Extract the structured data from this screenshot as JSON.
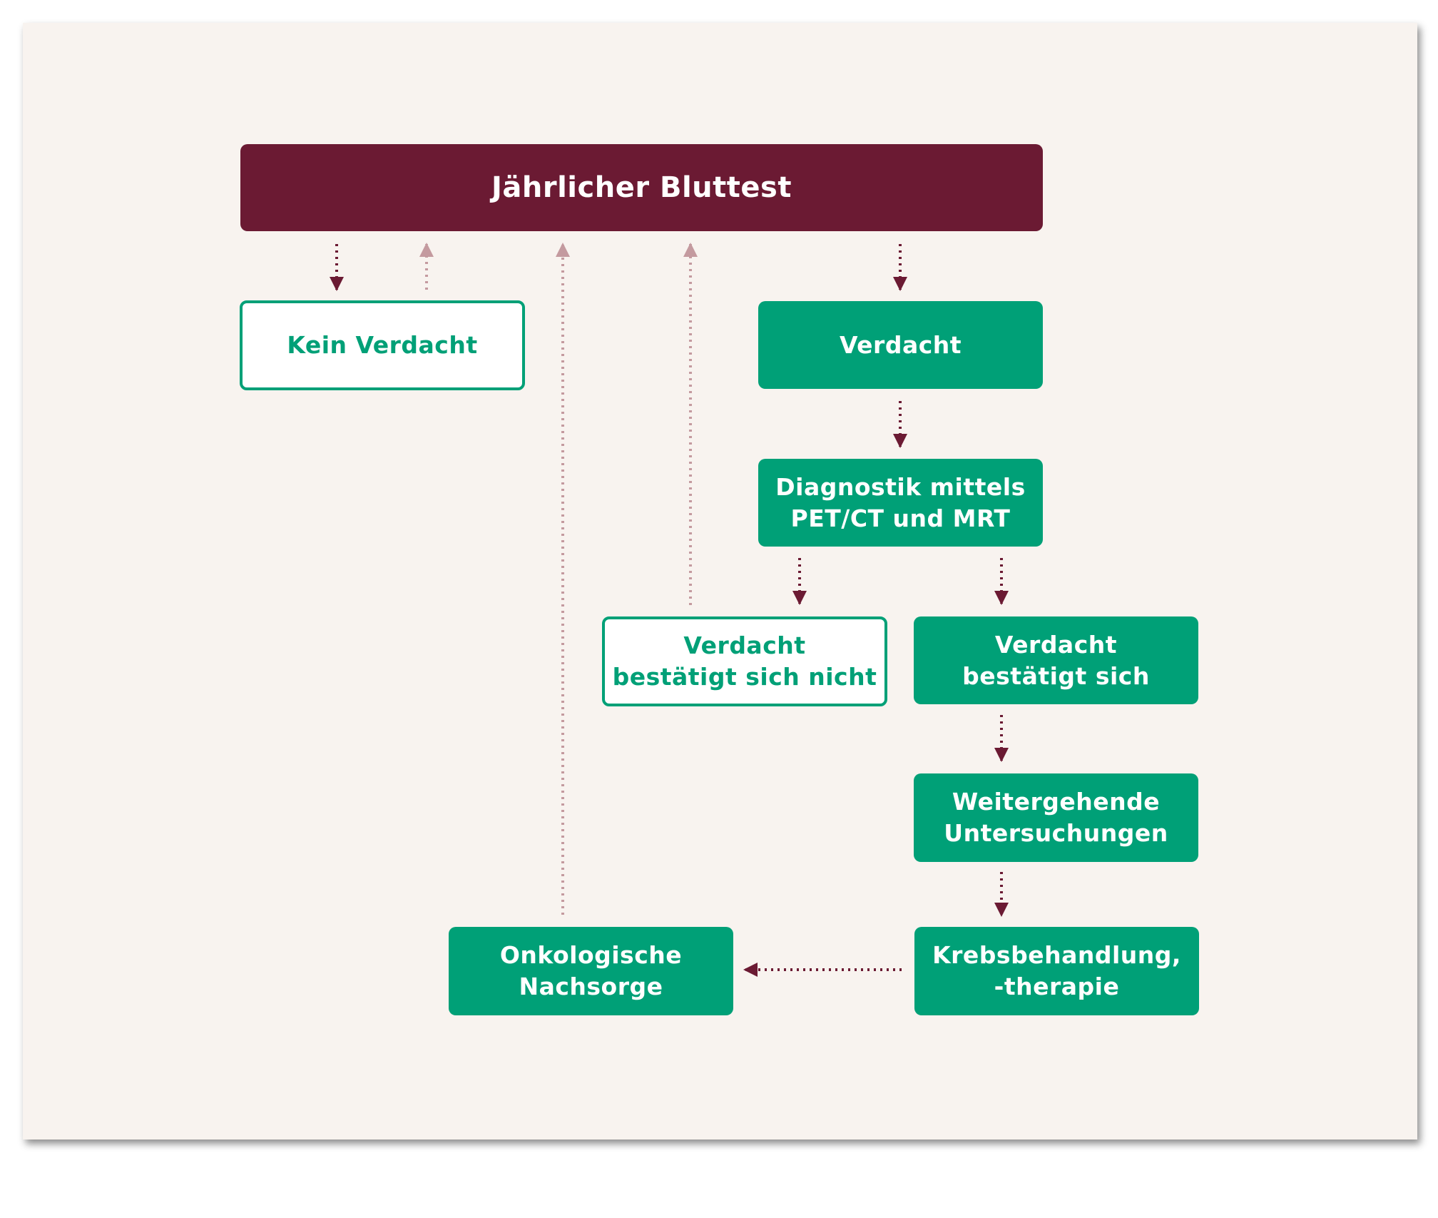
{
  "colors": {
    "top": "#6b1a33",
    "green": "#00a077",
    "background": "#f8f3ef",
    "arrow_dark": "#6b1a33",
    "arrow_light": "#c49a9f"
  },
  "nodes": {
    "bluttest": "Jährlicher Bluttest",
    "kein_verdacht": "Kein Verdacht",
    "verdacht": "Verdacht",
    "diagnostik": "Diagnostik mittels\nPET/CT und MRT",
    "nicht_bestaetigt": "Verdacht\nbestätigt sich nicht",
    "bestaetigt": "Verdacht\nbestätigt sich",
    "weitergehend": "Weitergehende\nUntersuchungen",
    "krebsbehandlung": "Krebsbehandlung,\n-therapie",
    "nachsorge": "Onkologische\nNachsorge"
  }
}
